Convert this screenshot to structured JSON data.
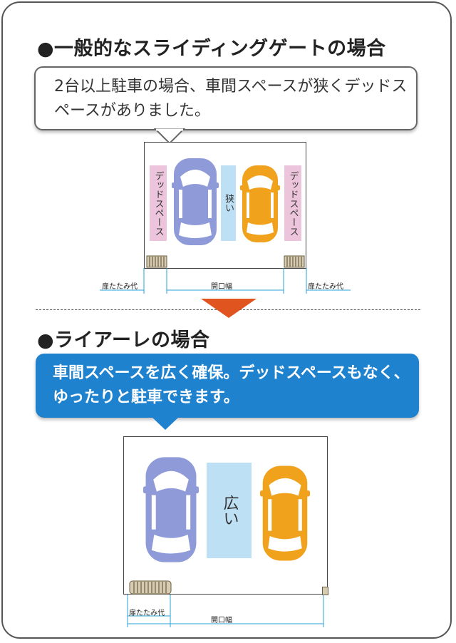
{
  "sections": {
    "conventional": {
      "heading": "●一般的なスライディングゲートの場合",
      "bubble_text": "2台以上駐車の場合、車間スペースが狭くデッドスペースがありました。",
      "dead_space_left": "デッドスペース",
      "dead_space_right": "デッドスペース",
      "gap_label": "狭い",
      "dim_fold_left": "扉たたみ代",
      "dim_opening": "開口幅",
      "dim_fold_right": "扉たたみ代"
    },
    "liaare": {
      "heading": "●ライアーレの場合",
      "bubble_text": "車間スペースを広く確保。デッドスペースもなく、ゆったりと駐車できます。",
      "gap_label": "広い",
      "dim_fold": "扉たたみ代",
      "dim_opening": "開口幅"
    }
  },
  "colors": {
    "blue_car": "#8f9ad8",
    "yellow_car": "#f0a21c",
    "dead_space": "#ecc4dc",
    "gap_space": "#bde0f5",
    "bubble_blue": "#1e82cf",
    "arrow": "#e0541f",
    "dimension_line": "#2aa0d8"
  }
}
